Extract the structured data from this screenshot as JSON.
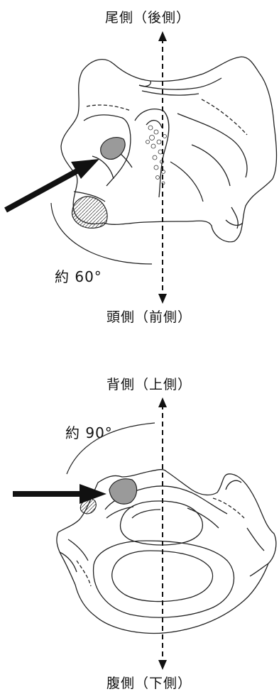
{
  "upper_view": {
    "top_label": "尾側（後側）",
    "bottom_label": "頭側（前側）",
    "angle_label": "約 60°"
  },
  "lower_view": {
    "top_label": "背側（上側）",
    "bottom_label": "腹側（下側）",
    "angle_label": "約 90°"
  }
}
